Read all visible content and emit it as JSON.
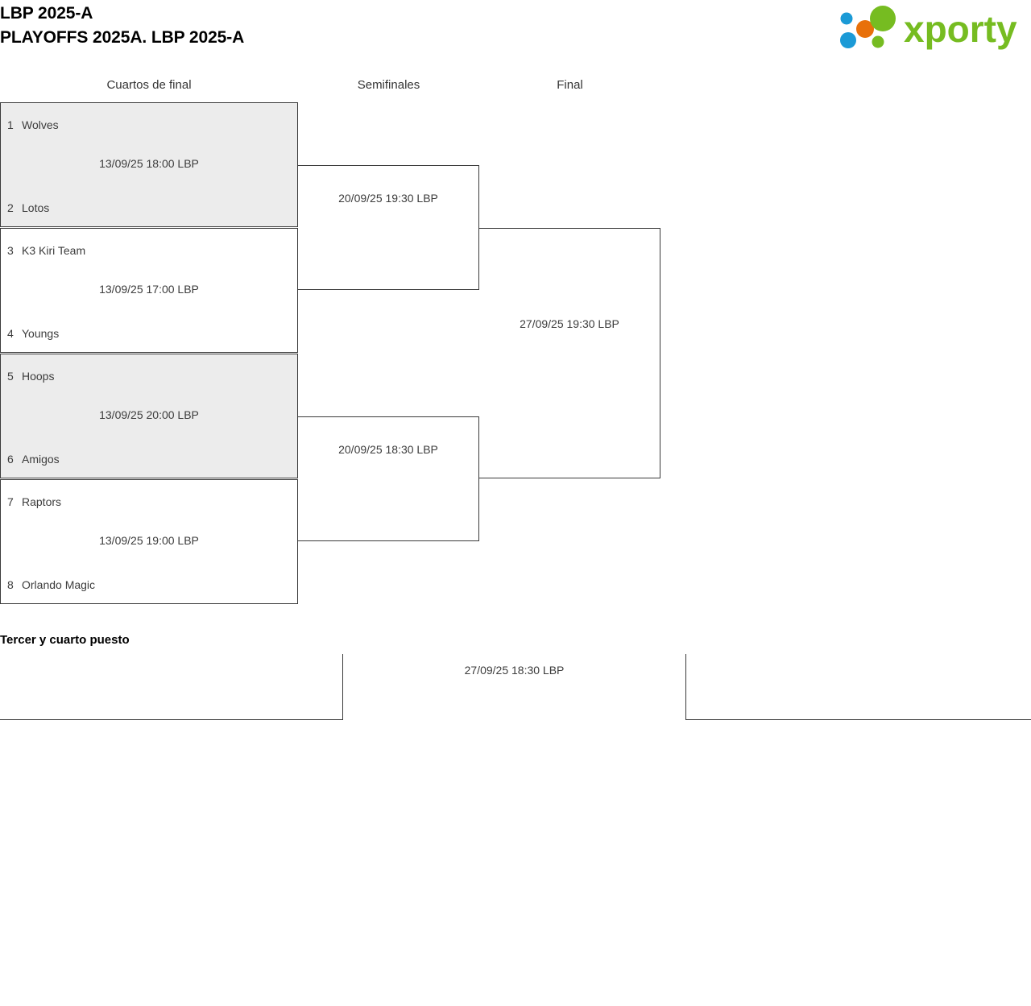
{
  "header": {
    "title_line1": "LBP 2025-A",
    "title_line2": "PLAYOFFS 2025A. LBP 2025-A",
    "logo_text": "xporty",
    "logo_colors": {
      "green": "#76bc21",
      "orange": "#e8700a",
      "blue": "#1b9ad6"
    }
  },
  "rounds": {
    "quarterfinals_label": "Cuartos de final",
    "semifinals_label": "Semifinales",
    "final_label": "Final"
  },
  "quarterfinals": [
    {
      "shaded": true,
      "top": {
        "seed": "1",
        "team": "Wolves"
      },
      "bottom": {
        "seed": "2",
        "team": "Lotos"
      },
      "info": "13/09/25 18:00 LBP"
    },
    {
      "shaded": false,
      "top": {
        "seed": "3",
        "team": "K3 Kiri Team"
      },
      "bottom": {
        "seed": "4",
        "team": "Youngs"
      },
      "info": "13/09/25 17:00 LBP"
    },
    {
      "shaded": true,
      "top": {
        "seed": "5",
        "team": "Hoops"
      },
      "bottom": {
        "seed": "6",
        "team": "Amigos"
      },
      "info": "13/09/25 20:00 LBP"
    },
    {
      "shaded": false,
      "top": {
        "seed": "7",
        "team": "Raptors"
      },
      "bottom": {
        "seed": "8",
        "team": "Orlando Magic"
      },
      "info": "13/09/25 19:00 LBP"
    }
  ],
  "semifinals": [
    {
      "info": "20/09/25 19:30 LBP"
    },
    {
      "info": "20/09/25 18:30 LBP"
    }
  ],
  "final": {
    "info": "27/09/25 19:30 LBP"
  },
  "third_place": {
    "title": "Tercer y cuarto puesto",
    "info": "27/09/25 18:30 LBP"
  }
}
